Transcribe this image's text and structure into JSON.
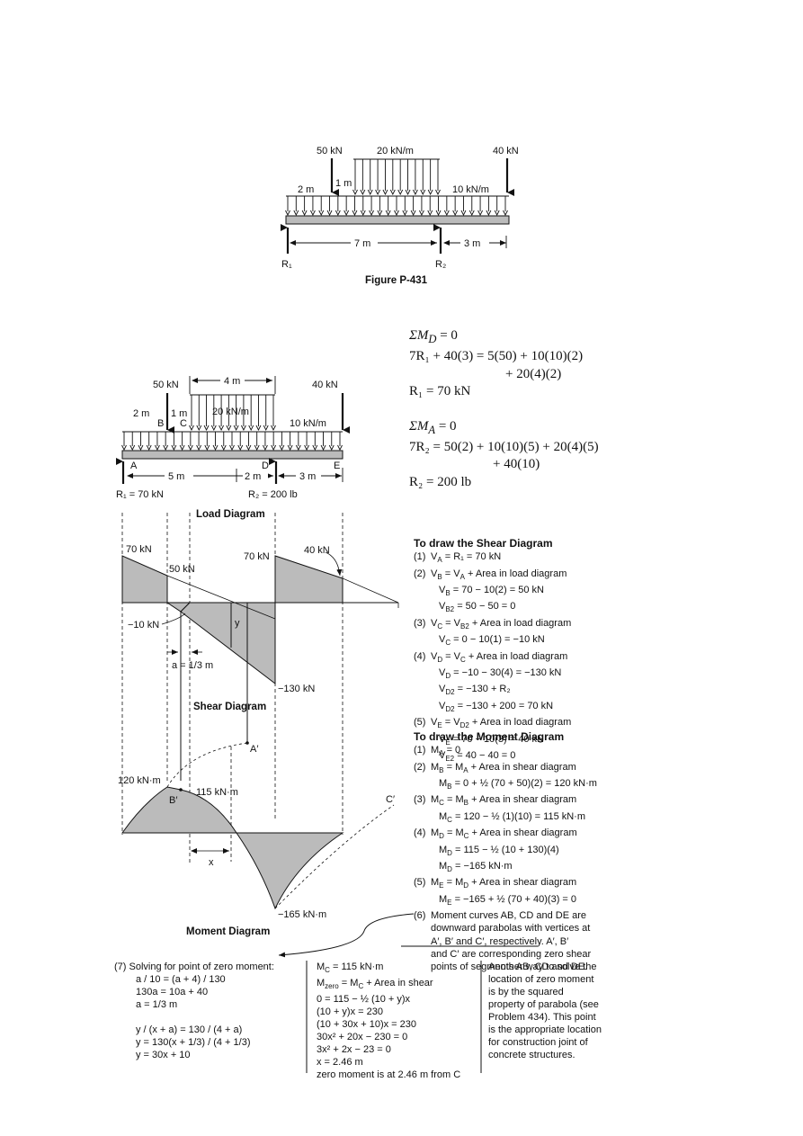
{
  "figure": {
    "loads": {
      "p50": "50 kN",
      "w20": "20 kN/m",
      "p40": "40 kN",
      "w10": "10 kN/m",
      "d2": "2 m",
      "d1": "1 m"
    },
    "spans": {
      "d7": "7 m",
      "d3": "3 m"
    },
    "reactions": {
      "r1": "R₁",
      "r2": "R₂"
    },
    "caption": "Figure P-431"
  },
  "load_diagram": {
    "p50": "50 kN",
    "w20": "20 kN/m",
    "p40": "40 kN",
    "w10": "10 kN/m",
    "d4": "4 m",
    "d2": "2 m",
    "d1": "1 m",
    "points": {
      "a": "A",
      "b": "B",
      "c": "C",
      "d": "D",
      "e": "E"
    },
    "d5": "5 m",
    "d2b": "2 m",
    "d3": "3 m",
    "r1": "R₁ = 70 kN",
    "r2": "R₂ = 200 lb",
    "title": "Load Diagram"
  },
  "shear_diagram": {
    "v70a": "70 kN",
    "v50": "50 kN",
    "v70b": "70 kN",
    "v40": "40 kN",
    "vm10": "−10 kN",
    "vm130": "−130 kN",
    "y": "y",
    "a": "a = 1/3 m",
    "title": "Shear Diagram"
  },
  "moment_diagram": {
    "m120": "120 kN·m",
    "m115": "115 kN·m",
    "m165": "−165 kN·m",
    "ap": "A′",
    "bp": "B′",
    "cp": "C′",
    "x": "x",
    "title": "Moment Diagram"
  },
  "equations": {
    "md": [
      "ΣM",
      "D",
      " = 0"
    ],
    "md1": "7R₁ + 40(3) = 5(50) + 10(10)(2)",
    "md2": "+ 20(4)(2)",
    "r1": "R₁ = 70 kN",
    "ma": [
      "ΣM",
      "A",
      " = 0"
    ],
    "ma1": "7R₂ = 50(2) + 10(10)(5) + 20(4)(5)",
    "ma2": "+ 40(10)",
    "r2": "R₂ = 200 lb"
  },
  "shear_steps": {
    "title": "To draw the Shear Diagram",
    "lines": [
      {
        "n": "(1)",
        "t": "V_A = R₁ = 70 kN"
      },
      {
        "n": "(2)",
        "t": "V_B = V_A + Area in load diagram"
      },
      {
        "n": "",
        "t": "V_B = 70 − 10(2) = 50 kN"
      },
      {
        "n": "",
        "t": "V_B2 = 50 − 50 = 0"
      },
      {
        "n": "(3)",
        "t": "V_C = V_B2 + Area in load diagram"
      },
      {
        "n": "",
        "t": "V_C = 0 − 10(1) = −10 kN"
      },
      {
        "n": "(4)",
        "t": "V_D = V_C + Area in load diagram"
      },
      {
        "n": "",
        "t": "V_D = −10 − 30(4) = −130 kN"
      },
      {
        "n": "",
        "t": "V_D2 = −130 + R₂"
      },
      {
        "n": "",
        "t": "V_D2 = −130 + 200 = 70 kN"
      },
      {
        "n": "(5)",
        "t": "V_E = V_D2 + Area in load diagram"
      },
      {
        "n": "",
        "t": "V_E = 70 − 10(3) = 40 kN"
      },
      {
        "n": "",
        "t": "V_E2 = 40 − 40 = 0"
      }
    ]
  },
  "moment_steps": {
    "title": "To draw the Moment Diagram",
    "lines": [
      {
        "n": "(1)",
        "t": "M_A = 0"
      },
      {
        "n": "(2)",
        "t": "M_B = M_A + Area in shear diagram"
      },
      {
        "n": "",
        "t": "M_B = 0 + ½ (70 + 50)(2) = 120 kN·m"
      },
      {
        "n": "(3)",
        "t": "M_C = M_B + Area in shear diagram"
      },
      {
        "n": "",
        "t": "M_C = 120 − ½ (1)(10) = 115 kN·m"
      },
      {
        "n": "(4)",
        "t": "M_D = M_C + Area in shear diagram"
      },
      {
        "n": "",
        "t": "M_D = 115 − ½ (10 + 130)(4)"
      },
      {
        "n": "",
        "t": "M_D = −165 kN·m"
      },
      {
        "n": "(5)",
        "t": "M_E = M_D + Area in shear diagram"
      },
      {
        "n": "",
        "t": "M_E = −165 + ½ (70 + 40)(3) = 0"
      },
      {
        "n": "(6)",
        "t": "Moment curves AB, CD and DE are"
      },
      {
        "n": "",
        "t": "downward parabolas with vertices at"
      },
      {
        "n": "",
        "t": "A′, B′ and C′, respectively.  A′, B′"
      },
      {
        "n": "",
        "t": "and C′ are corresponding zero shear"
      },
      {
        "n": "",
        "t": "points of segments AB, CD and DE."
      }
    ]
  },
  "bottom": {
    "col1": [
      "(7)  Solving for point of zero moment:",
      "a / 10 = (a + 4) / 130",
      "130a = 10a + 40",
      "a = 1/3 m",
      "",
      "y / (x + a) = 130 / (4 + a)",
      "y = 130(x + 1/3) / (4 + 1/3)",
      "y = 30x + 10"
    ],
    "col2": [
      "M_C = 115 kN·m",
      "M_zero = M_C + Area in shear",
      "0 = 115 − ½ (10 + y)x",
      "(10 + y)x = 230",
      "(10 + 30x + 10)x = 230",
      "30x² + 20x − 230 = 0",
      "3x² + 2x − 23 = 0",
      "x = 2.46 m",
      "zero moment is at 2.46 m from C"
    ],
    "col3": [
      "Another way to solve the",
      "location of zero moment",
      "is  by  the  squared",
      "property of parabola (see",
      "Problem 434).  This point",
      "is the appropriate location",
      "for construction joint of",
      "concrete structures."
    ]
  }
}
